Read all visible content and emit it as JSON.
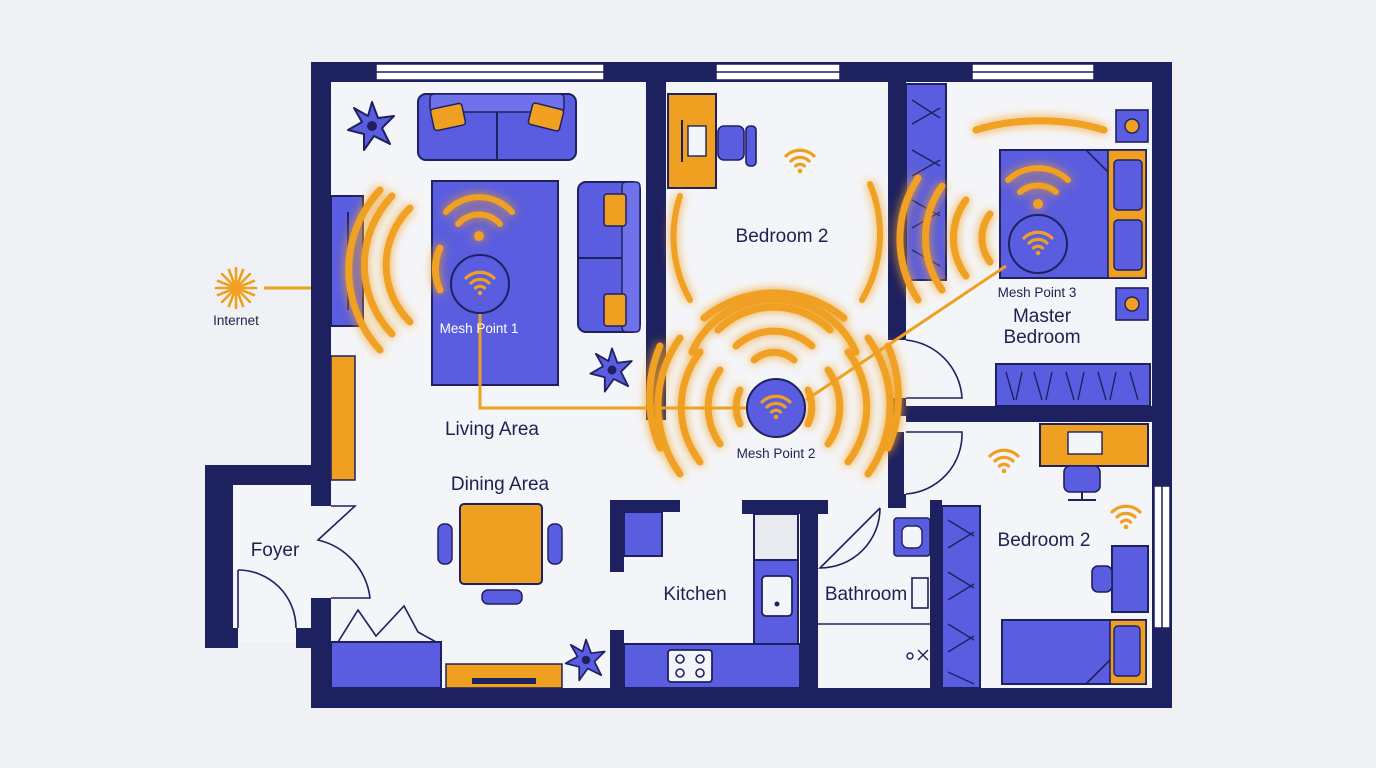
{
  "colors": {
    "background": "#f0f1f5",
    "wall": "#1e2160",
    "floor": "#f4f5f9",
    "furniture": "#5a5de0",
    "accent": "#f0a020"
  },
  "labels": {
    "internet": "Internet",
    "living_area": "Living Area",
    "dining_area": "Dining Area",
    "foyer": "Foyer",
    "kitchen": "Kitchen",
    "bathroom": "Bathroom",
    "bedroom_top": "Bedroom 2",
    "bedroom_bottom": "Bedroom 2",
    "master_bedroom_line1": "Master",
    "master_bedroom_line2": "Bedroom"
  },
  "mesh_points": [
    {
      "label": "Mesh Point 1"
    },
    {
      "label": "Mesh Point 2"
    },
    {
      "label": "Mesh Point 3"
    }
  ],
  "icons": [
    "internet-icon",
    "wifi-icon",
    "plant-icon",
    "sofa-icon",
    "bed-icon",
    "desk-icon",
    "chair-icon",
    "stove-icon",
    "sink-icon",
    "toilet-icon",
    "wardrobe-icon"
  ]
}
